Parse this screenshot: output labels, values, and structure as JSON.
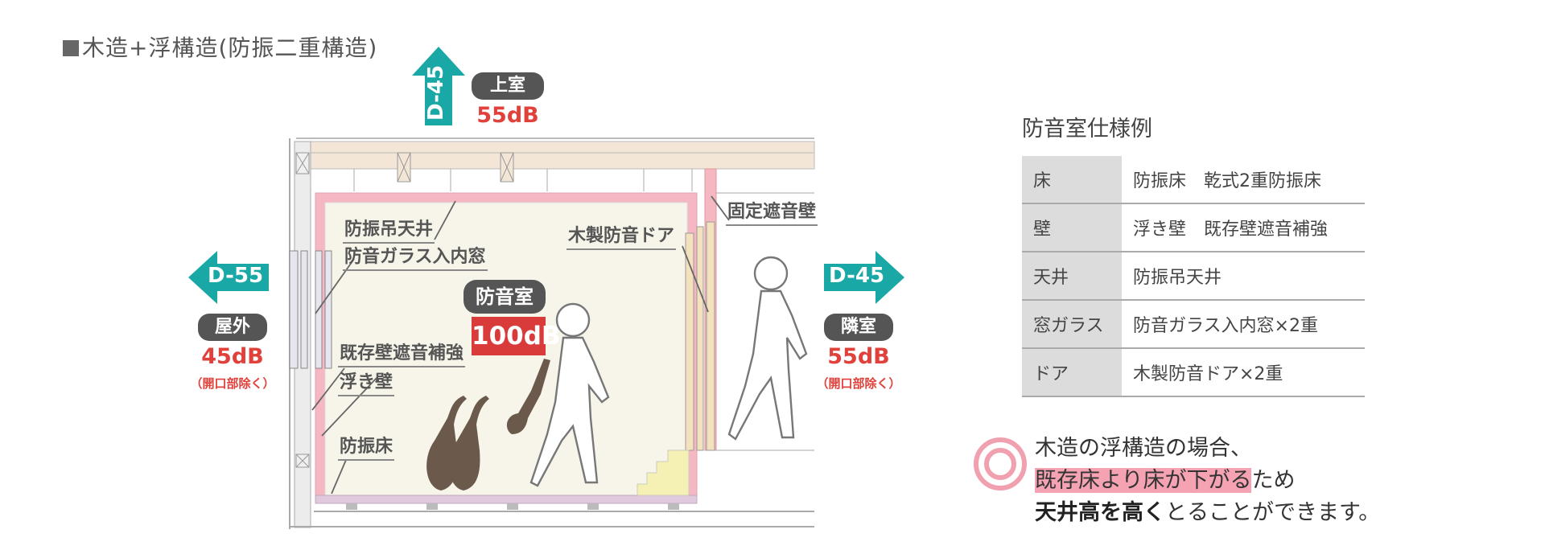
{
  "title": "木造+浮構造(防振二重構造)",
  "arrows": {
    "top": {
      "label": "D-45",
      "room": "上室",
      "db": "55dB"
    },
    "left": {
      "label": "D-55",
      "room": "屋外",
      "db": "45dB",
      "note": "（開口部除く）"
    },
    "right": {
      "label": "D-45",
      "room": "隣室",
      "db": "55dB",
      "note": "（開口部除く）"
    }
  },
  "room": {
    "name": "防音室",
    "db": "100dB"
  },
  "callouts": {
    "ceiling": "防振吊天井",
    "window": "防音ガラス入内窓",
    "wall_reinforce": "既存壁遮音補強",
    "floating_wall": "浮き壁",
    "floor": "防振床",
    "door": "木製防音ドア",
    "fixed_wall": "固定遮音壁"
  },
  "spec": {
    "title": "防音室仕様例",
    "rows": [
      {
        "key": "床",
        "value": "防振床　乾式2重防振床"
      },
      {
        "key": "壁",
        "value": "浮き壁　既存壁遮音補強"
      },
      {
        "key": "天井",
        "value": "防振吊天井"
      },
      {
        "key": "窓ガラス",
        "value": "防音ガラス入内窓×2重"
      },
      {
        "key": "ドア",
        "value": "木製防音ドア×2重"
      }
    ]
  },
  "note": {
    "line1": "木造の浮構造の場合、",
    "line2_highlight": "既存床より床が下がる",
    "line2_rest": "ため",
    "line3_bold": "天井高を高く",
    "line3_rest": "とることができます。"
  },
  "colors": {
    "teal": "#1aa8a6",
    "red": "#e0413b",
    "pink": "#f5b8c3",
    "room_fill": "#f7f5ea",
    "highlight": "#f5a3b2"
  }
}
